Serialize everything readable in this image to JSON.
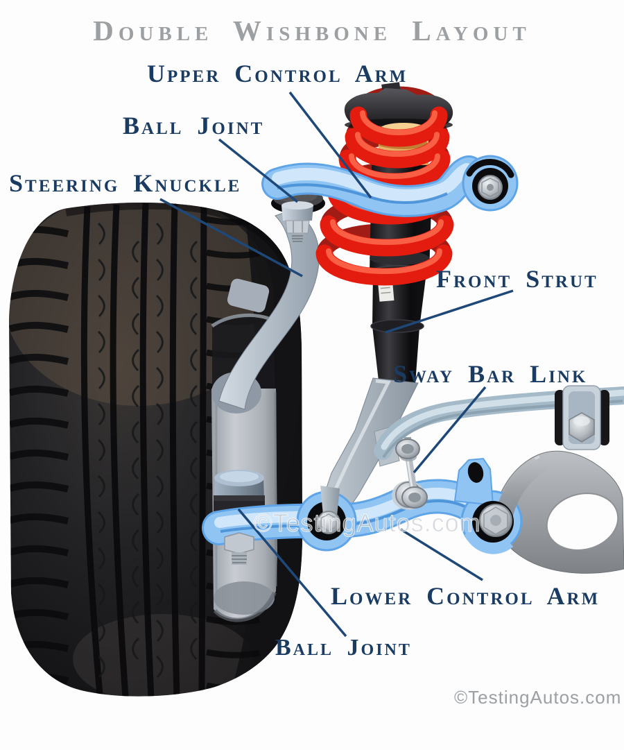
{
  "title": "Double Wishbone Layout",
  "labels": {
    "upper_control_arm": "Upper Control Arm",
    "ball_joint_upper": "Ball Joint",
    "steering_knuckle": "Steering Knuckle",
    "front_strut": "Front Strut",
    "sway_bar_link": "Sway Bar Link",
    "lower_control_arm": "Lower Control Arm",
    "ball_joint_lower": "Ball Joint"
  },
  "watermarks": {
    "center": "©TestingAutos.com",
    "bottom_right": "©TestingAutos.com"
  },
  "colors": {
    "title_gray": "#9da0a2",
    "label_navy": "#1b3c62",
    "leader_line": "#1e4878",
    "highlight_blue": "#8fc4f3",
    "highlight_blue_edge": "#5ea4e6",
    "spring_red": "#e41c10",
    "metal_gray": "#b7bdc3"
  }
}
